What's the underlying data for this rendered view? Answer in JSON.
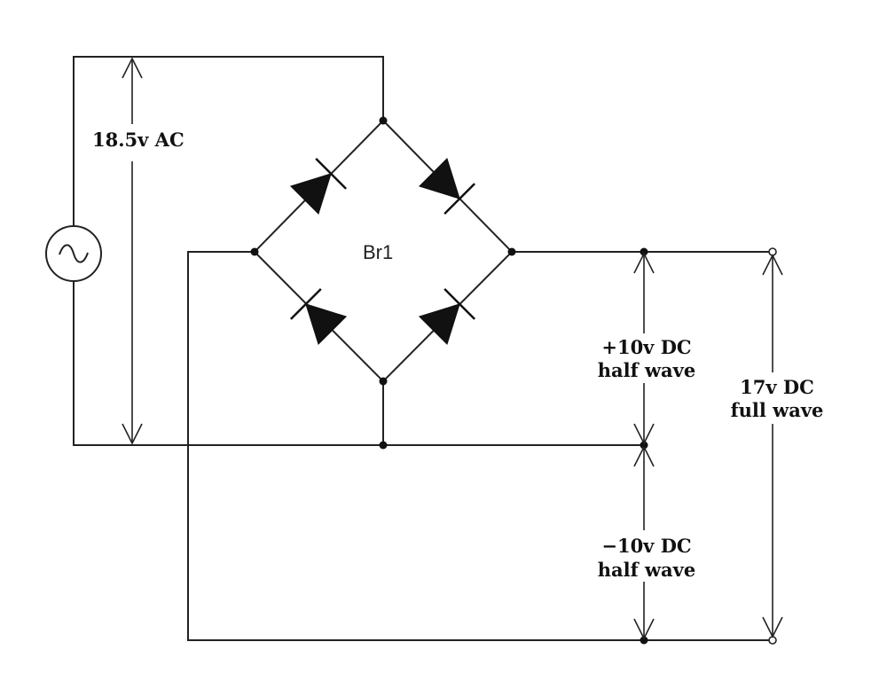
{
  "component_label": "Br1",
  "ac_label": "18.5v AC",
  "pos_half": {
    "line1": "+10v DC",
    "line2": "half wave"
  },
  "neg_half": {
    "line1": "−10v DC",
    "line2": "half wave"
  },
  "full_wave": {
    "line1": "17v DC",
    "line2": "full wave"
  },
  "ac_source_symbol": "ac-source-icon",
  "diode_symbol": "diode-icon"
}
